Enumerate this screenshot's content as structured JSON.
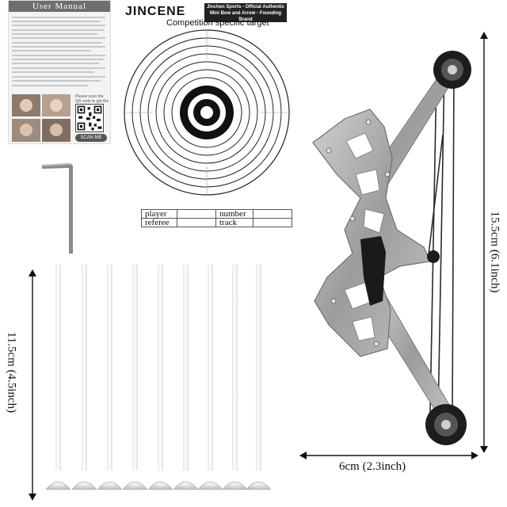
{
  "manual": {
    "title": "User   Manual",
    "scan_label": "SCAN ME",
    "scan_hint": "Please scan the QR code to get the video and follow the instructions."
  },
  "target": {
    "brand": "JINCENE",
    "banner_line1": "Jinchen Sports - Official Authentic",
    "banner_line2": "Mini Bow and Arrow - Founding Brand",
    "title": "Competition specific target",
    "table": {
      "row1": [
        "player",
        "",
        "number",
        ""
      ],
      "row2": [
        "referee",
        "",
        "track",
        ""
      ]
    }
  },
  "dimensions": {
    "arrow_length": "11.5cm (4.5inch)",
    "bow_height": "15.5cm (6.1inch)",
    "bow_width": "6cm (2.3inch)"
  },
  "colors": {
    "bow_metal": "#a9a9a9",
    "grip": "#1a1a1a",
    "arrow": "#f5f5f5",
    "suction_cup": "#d9d9d9"
  }
}
